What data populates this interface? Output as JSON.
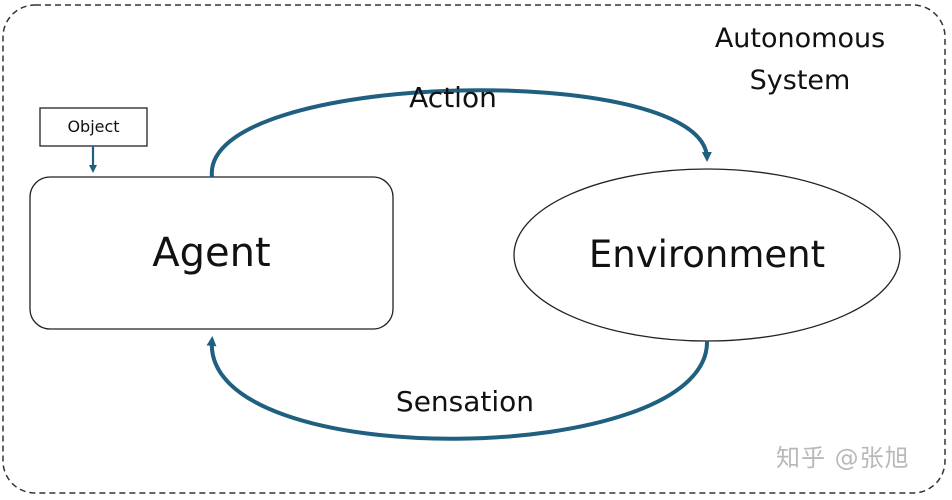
{
  "system": {
    "label_line1": "Autonomous",
    "label_line2": "System"
  },
  "object": {
    "label": "Object"
  },
  "agent": {
    "label": "Agent"
  },
  "environment": {
    "label": "Environment"
  },
  "edges": {
    "action_label": "Action",
    "sensation_label": "Sensation"
  },
  "watermark": {
    "text": "知乎 @张旭"
  },
  "colors": {
    "arrow": "#1f5f7f",
    "outline": "#222222",
    "border_dashed": "#333333"
  }
}
